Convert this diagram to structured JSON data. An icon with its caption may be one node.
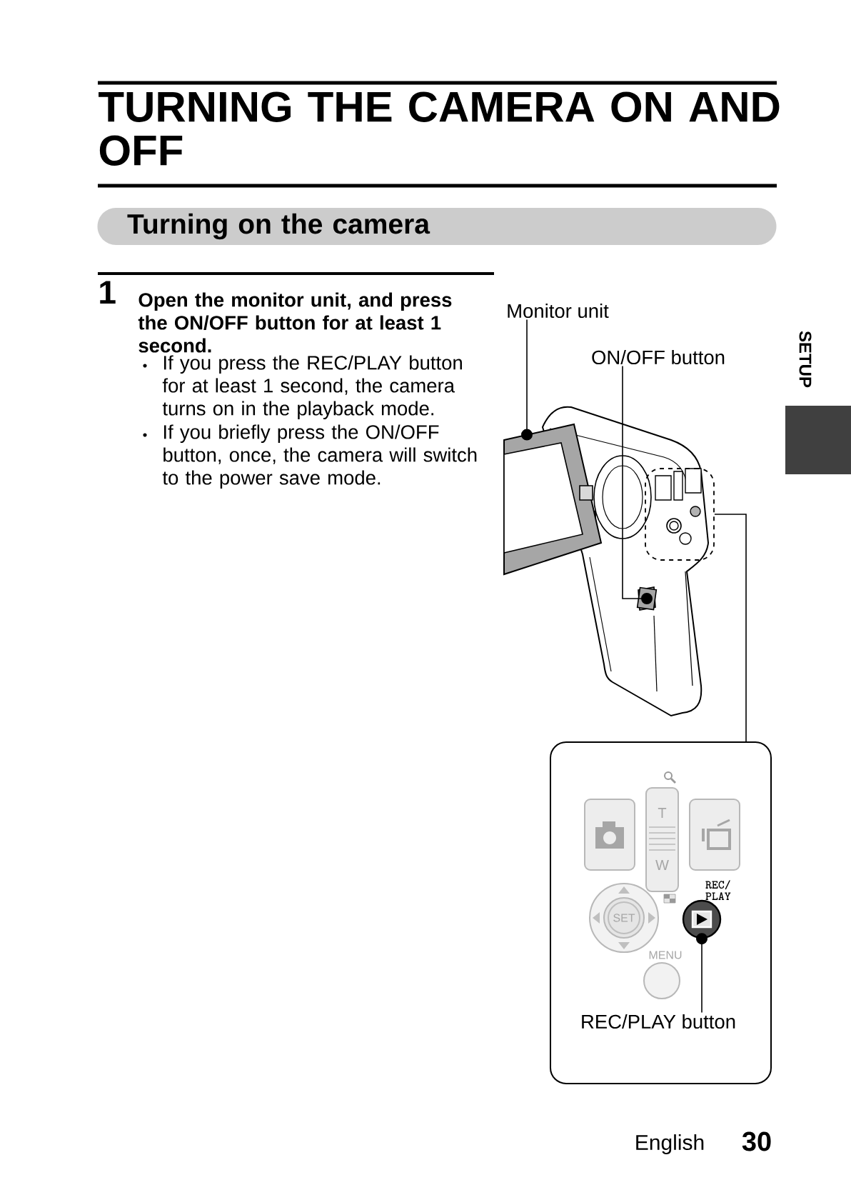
{
  "diagram": {
    "title": "TURNING THE CAMERA ON AND OFF",
    "nodes": [
      {
        "text": [
          "Turning on the camera"
        ]
      },
      {
        "text": [
          "Monitor unit"
        ]
      },
      {
        "text": [
          "ON/OFF button"
        ]
      },
      {
        "text": [],
        "shape": "picture"
      },
      {
        "text": [],
        "shape": "box"
      },
      {
        "text": [],
        "shape": "box"
      },
      {
        "text": [],
        "shape": "box"
      },
      {
        "text": [],
        "shape": "circle",
        "in": 6
      },
      {
        "text": [
          "REC/PLAY button"
        ],
        "in": 6
      }
    ],
    "edges": [
      {
        "from": 1,
        "to": 3,
        "arrow": "other"
      },
      {
        "from": 2,
        "to": 5,
        "arrow": "other"
      },
      {
        "from": 4,
        "to": 6,
        "arrow": "none"
      },
      {
        "from": 8,
        "to": 7,
        "arrow": "other"
      }
    ],
    "labels": [
      "1",
      "Open the monitor unit, and press the ON/OFF button for at least 1 second.",
      "If you press the REC/PLAY button for at least 1 second, the camera turns on in the playback mode.",
      "If you briefly press the ON/OFF button, once, the camera will switch to the power save mode.",
      "SETUP",
      "T",
      "W",
      "REC/ PLAY",
      "SET",
      "MENU",
      "English",
      "30"
    ]
  }
}
